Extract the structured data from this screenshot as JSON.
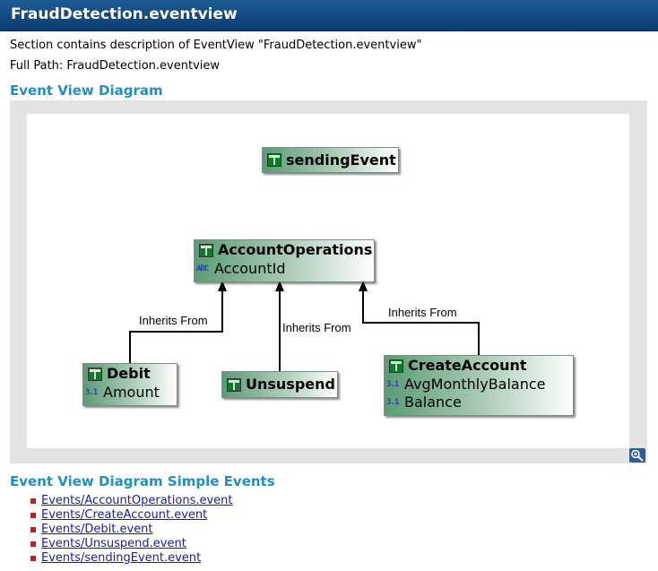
{
  "header": {
    "title": "FraudDetection.eventview"
  },
  "intro": {
    "description": "Section contains description of EventView \"FraudDetection.eventview\"",
    "full_path": "Full Path: FraudDetection.eventview"
  },
  "diagram": {
    "heading": "Event View Diagram",
    "nodes": {
      "sendingEvent": {
        "name": "sendingEvent",
        "attributes": []
      },
      "AccountOperations": {
        "name": "AccountOperations",
        "attributes": [
          "AccountId"
        ]
      },
      "Debit": {
        "name": "Debit",
        "attributes": [
          "Amount"
        ]
      },
      "Unsuspend": {
        "name": "Unsuspend",
        "attributes": []
      },
      "CreateAccount": {
        "name": "CreateAccount",
        "attributes": [
          "AvgMonthlyBalance",
          "Balance"
        ]
      }
    },
    "edges": [
      {
        "from": "Debit",
        "to": "AccountOperations",
        "label": "Inherits From"
      },
      {
        "from": "Unsuspend",
        "to": "AccountOperations",
        "label": "Inherits From"
      },
      {
        "from": "CreateAccount",
        "to": "AccountOperations",
        "label": "Inherits From"
      }
    ],
    "icons": {
      "event": "event-icon",
      "string_attr": "string-attribute-icon",
      "number_attr": "number-attribute-icon",
      "zoom": "zoom-icon"
    }
  },
  "simple_events": {
    "heading": "Event View Diagram Simple Events",
    "links": [
      "Events/AccountOperations.event",
      "Events/CreateAccount.event",
      "Events/Debit.event",
      "Events/Unsuspend.event",
      "Events/sendingEvent.event"
    ]
  },
  "colors": {
    "title_bar": "#0c3e72",
    "section_heading": "#1f8fc4",
    "bullet": "#b52323",
    "link": "#1a1aa6"
  }
}
